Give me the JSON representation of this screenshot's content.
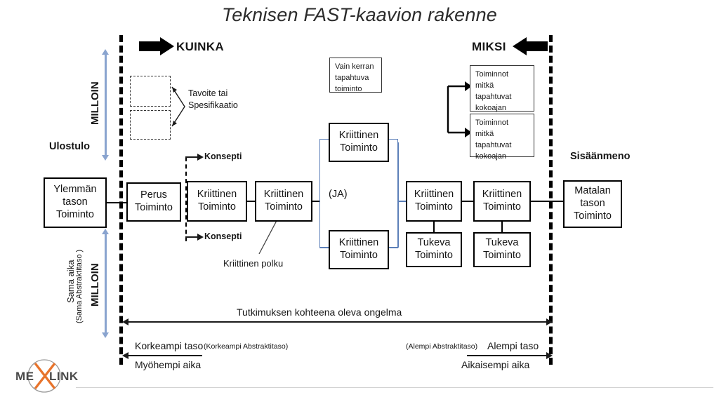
{
  "title": "Teknisen FAST-kaavion rakenne",
  "axis_labels": {
    "how": "KUINKA",
    "why": "MIKSI",
    "when_top": "MILLOIN",
    "when_bottom": "MILLOIN",
    "output": "Ulostulo",
    "input": "Sisäänmeno",
    "same_time": "Sama aika",
    "same_time_sub": "(Sama Abstraktitaso )"
  },
  "boxes": {
    "higher_level": [
      "Ylemmän",
      "tason",
      "Toiminto"
    ],
    "basic": [
      "Perus",
      "Toiminto"
    ],
    "critical_1": [
      "Kriittinen",
      "Toiminto"
    ],
    "critical_2": [
      "Kriittinen",
      "Toiminto"
    ],
    "critical_and_top": [
      "Kriittinen",
      "Toiminto"
    ],
    "critical_and_bottom": [
      "Kriittinen",
      "Toiminto"
    ],
    "critical_3": [
      "Kriittinen",
      "Toiminto"
    ],
    "critical_4": [
      "Kriittinen",
      "Toiminto"
    ],
    "support_1": [
      "Tukeva",
      "Toiminto"
    ],
    "support_2": [
      "Tukeva",
      "Toiminto"
    ],
    "lower_level": [
      "Matalan",
      "tason",
      "Toiminto"
    ],
    "and_gate": "(JA)"
  },
  "notes": {
    "once_only": [
      "Vain kerran",
      "tapahtuva",
      "toiminto"
    ],
    "always_1": [
      "Toiminnot",
      "mitkä",
      "tapahtuvat",
      "kokoajan"
    ],
    "always_2": [
      "Toiminnot",
      "mitkä",
      "tapahtuvat",
      "kokoajan"
    ]
  },
  "annotations": {
    "goal_spec": [
      "Tavoite tai",
      "Spesifikaatio"
    ],
    "concept_top": "Konsepti",
    "concept_bottom": "Konsepti",
    "critical_path": "Kriittinen polku",
    "scope": "Tutkimuksen kohteena oleva ongelma",
    "higher_level_text": "Korkeampi taso",
    "higher_level_sub": "(Korkeampi  Abstraktitaso)",
    "later_time": "Myöhempi aika",
    "lower_level_sub": "(Alempi Abstraktitaso)",
    "lower_level_text": "Alempi taso",
    "earlier_time": "Aikaisempi aika"
  },
  "logo": {
    "left": "ME",
    "mark": "X",
    "right": "LINK"
  },
  "colors": {
    "accent_blue": "#8aa4cf",
    "connector_blue": "#5b7fb8",
    "logo_orange": "#e8742c",
    "logo_gray": "#4a4a4a",
    "box_border": "#000000"
  }
}
